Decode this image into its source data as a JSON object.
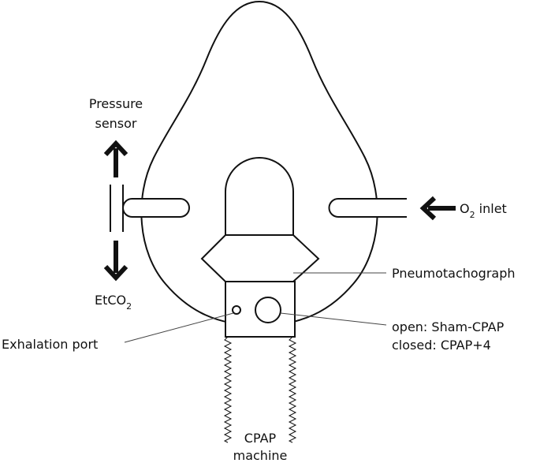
{
  "labels": {
    "pressure_sensor_line1": "Pressure",
    "pressure_sensor_line2": "sensor",
    "etco2_main": "EtCO",
    "etco2_sub": "2",
    "o2_main": "O",
    "o2_sub": "2",
    "o2_rest": " inlet",
    "pneumotachograph": "Pneumotachograph",
    "exhalation_port": "Exhalation port",
    "open_state": "open: Sham-CPAP",
    "closed_state": "closed: CPAP+4",
    "cpap_line1": "CPAP",
    "cpap_line2": "machine"
  },
  "colors": {
    "line": "#111111",
    "leader": "#444444",
    "background": "#ffffff"
  }
}
